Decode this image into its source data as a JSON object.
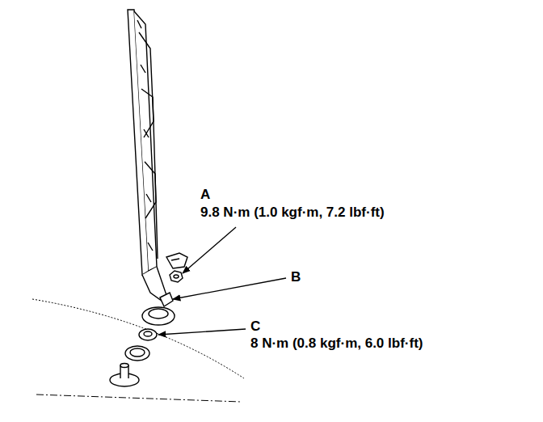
{
  "diagram": {
    "labels": [
      "A",
      "9.8 N·m (1.0 kgf·m, 7.2 lbf·ft)",
      "B",
      "C",
      "8 N·m (0.8 kgf·m, 6.0 lbf·ft)"
    ]
  }
}
